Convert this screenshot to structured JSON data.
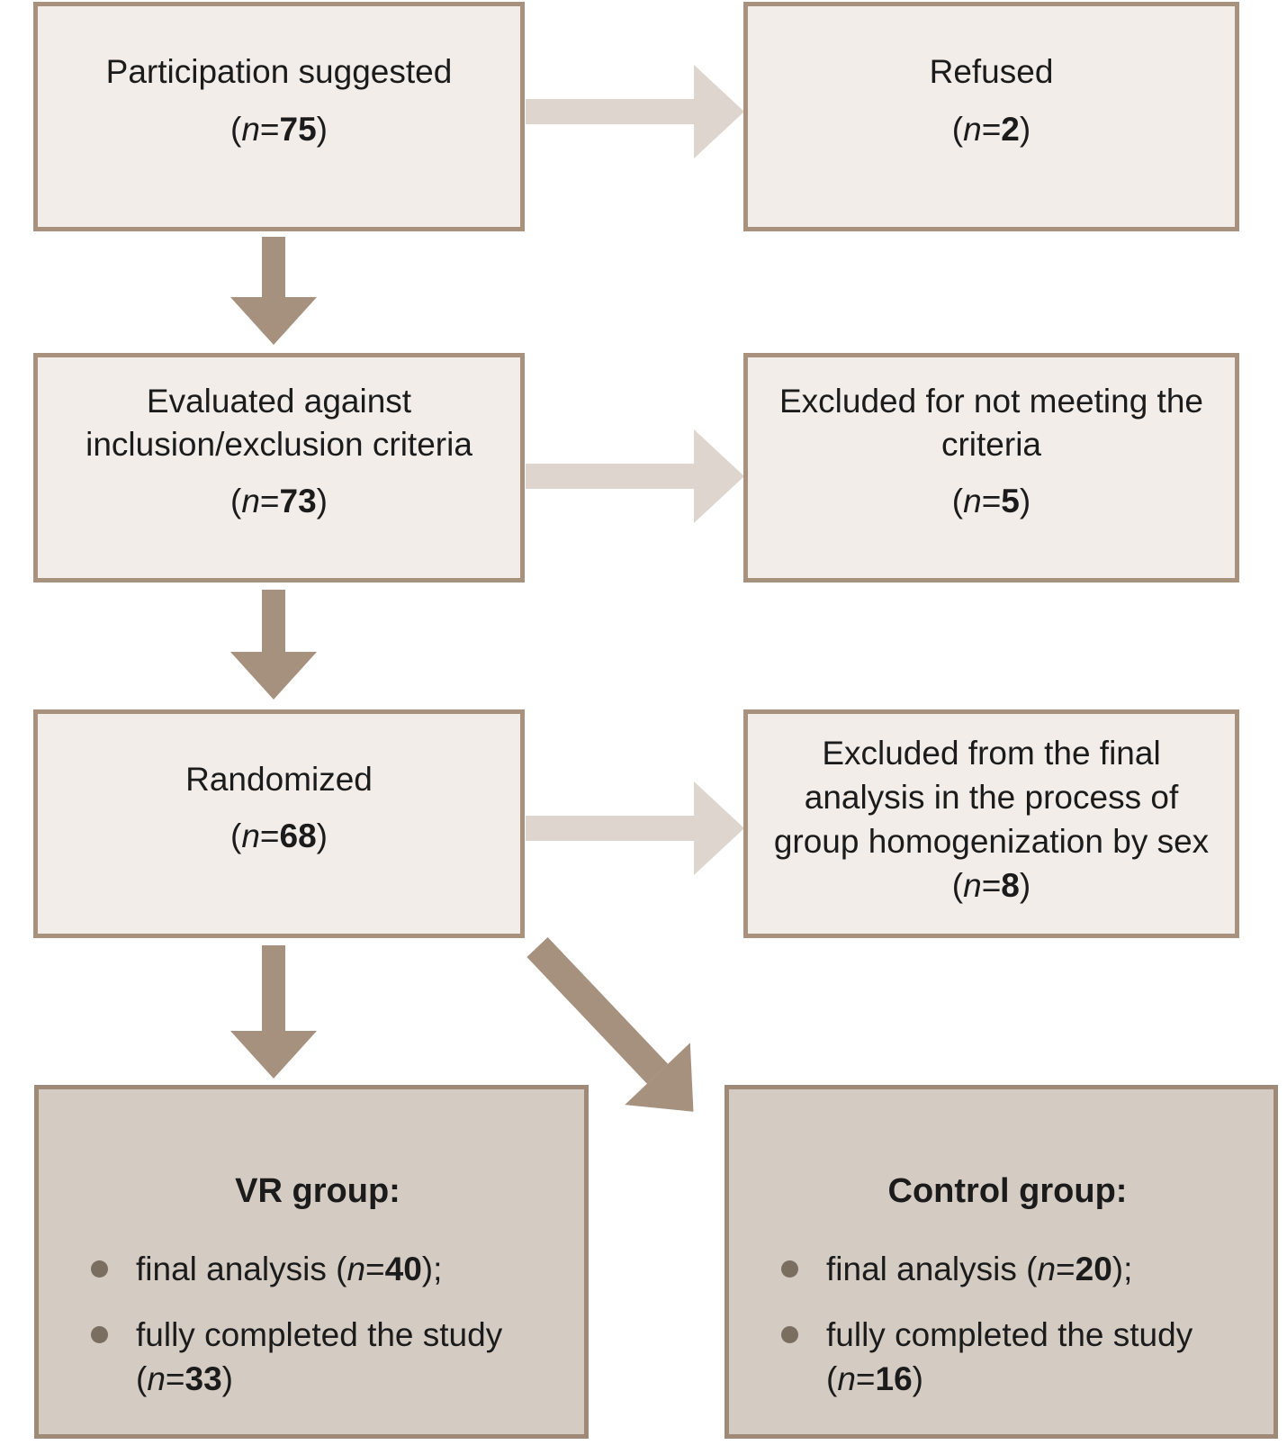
{
  "notation": {
    "open": "(",
    "var": "n",
    "eq": "=",
    "close": ")"
  },
  "boxes": {
    "participation": {
      "title": "Participation suggested",
      "n_value": "75"
    },
    "refused": {
      "title": "Refused",
      "n_value": "2"
    },
    "evaluated": {
      "title": "Evaluated against inclusion/exclusion criteria",
      "n_value": "73"
    },
    "excluded_criteria": {
      "title": "Excluded for not meeting the criteria",
      "n_value": "5"
    },
    "randomized": {
      "title": "Randomized",
      "n_value": "68"
    },
    "excluded_final": {
      "title": "Excluded from the final analysis in the process of group homogenization by sex ",
      "n_value": "8"
    },
    "vr_group": {
      "title": "VR group:",
      "items": [
        {
          "before": "final analysis ",
          "n_value": "40",
          "after": ");"
        },
        {
          "before": "fully completed the study ",
          "n_value": "33",
          "after": ")"
        }
      ]
    },
    "control_group": {
      "title": "Control group:",
      "items": [
        {
          "before": "final analysis ",
          "n_value": "20",
          "after": ");"
        },
        {
          "before": "fully completed the study ",
          "n_value": "16",
          "after": ")"
        }
      ]
    }
  },
  "colors": {
    "box-fill": "#f2ede9",
    "box-border": "#a8927e",
    "group-fill": "#d4cbc3",
    "group-border": "#9f8a78",
    "arrow-light": "#ded6ce",
    "arrow-dark": "#a6907e",
    "bullet": "#7a6e61",
    "text": "#1b1b1b",
    "bg": "#ffffff"
  }
}
